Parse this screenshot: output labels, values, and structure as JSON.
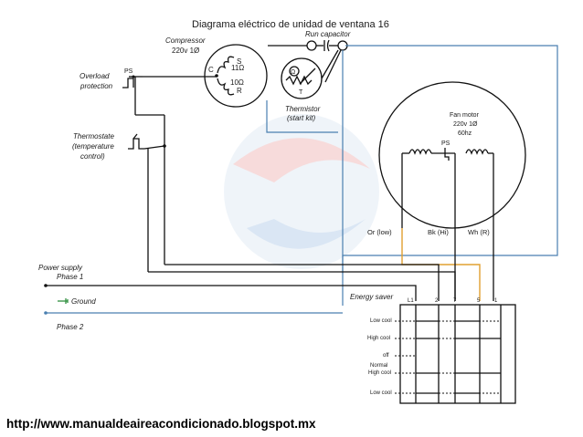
{
  "title": "Diagrama  eléctrico de unidad de ventana 16",
  "compressor": {
    "label1": "Compressor",
    "label2": "220v 1Ø",
    "c": "C",
    "s": "S",
    "r": "R",
    "res1": "11Ω",
    "res2": "10Ω"
  },
  "run_capacitor": "Run capacitor",
  "thermistor": {
    "label1": "Thermistor",
    "label2": "(start kit)",
    "omega": "Ω",
    "t": "T"
  },
  "overload": {
    "label1": "Overload",
    "label2": "protection",
    "ps": "PS"
  },
  "thermostat": {
    "label1": "Thermostate",
    "label2": "(temperature",
    "label3": "control)"
  },
  "fan_motor": {
    "label1": "Fan motor",
    "label2": "220v 1Ø",
    "label3": "60hz",
    "ps": "PS",
    "or": "Or (low)",
    "bk": "Bk (Hi)",
    "wh": "Wh (R)"
  },
  "power": {
    "supply": "Power supply",
    "phase1": "Phase 1",
    "ground": "Ground",
    "phase2": "Phase 2"
  },
  "switch": {
    "title": "Energy saver",
    "terminals": [
      "L1",
      "2",
      "7",
      "5",
      "1"
    ],
    "low_cool": "Low cool",
    "high_cool": "High cool",
    "off": "off",
    "normal": "Normal",
    "normal_high": "High cool",
    "low_cool2": "Low cool"
  },
  "url": "http://www.manualdeaireacondicionado.blogspot.mx",
  "colors": {
    "wire": "#111111",
    "blue_wire": "#4a7fb0",
    "orange_wire": "#e0a030"
  }
}
